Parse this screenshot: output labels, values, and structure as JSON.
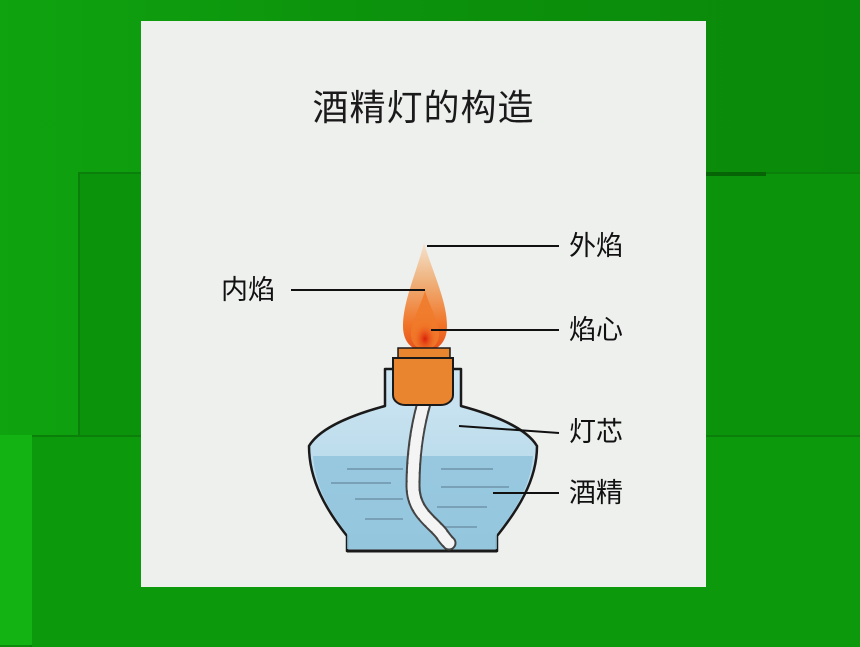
{
  "title": "酒精灯的构造",
  "labels": {
    "outer_flame": "外焰",
    "inner_flame": "内焰",
    "flame_core": "焰心",
    "wick": "灯芯",
    "alcohol": "酒精"
  },
  "colors": {
    "background_green": "#0b8a0b",
    "panel": "#eef0ee",
    "flame_outer": "#e8b07a",
    "flame_inner": "#f07a2a",
    "flame_core": "#e23010",
    "wick_holder": "#e8852e",
    "glass": "#b5d8ea",
    "alcohol": "#8ec3dc"
  }
}
